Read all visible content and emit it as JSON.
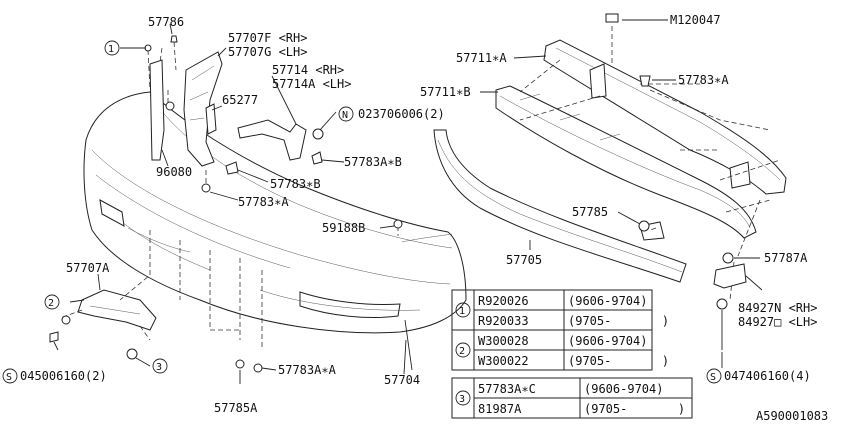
{
  "diagram": {
    "reference_code": "A590001083",
    "callouts": {
      "p57786": "57786",
      "p57707f": "57707F <RH>",
      "p57707g": "57707G <LH>",
      "p57714": "57714  <RH>",
      "p57714a": "57714A <LH>",
      "p65277": "65277",
      "p023706006": "023706006(2)",
      "p57783ab": "57783A∗B",
      "p96080": "96080",
      "p57783b": "57783∗B",
      "p57783a_left": "57783∗A",
      "p59188b": "59188B",
      "p57707a": "57707A",
      "p045006160": "045006160(2)",
      "p57785a": "57785A",
      "p57783aa": "57783A∗A",
      "p57704": "57704",
      "pm120047": "M120047",
      "p57711a": "57711∗A",
      "p57711b": "57711∗B",
      "p57783a_right": "57783∗A",
      "p57785": "57785",
      "p57705": "57705",
      "p57787a": "57787A",
      "p84927n": "84927N <RH>",
      "p84927o": "84927□ <LH>",
      "p047406160": "047406160(4)"
    },
    "markers": {
      "m1": "1",
      "m2": "2",
      "m3": "3",
      "n": "N",
      "s_left": "S",
      "s_right": "S"
    },
    "table_1_2": {
      "rows": [
        {
          "group": "1",
          "part": "R920026",
          "period": "(9606-9704)"
        },
        {
          "group": "1",
          "part": "R920033",
          "period": "(9705-       )"
        },
        {
          "group": "2",
          "part": "W300028",
          "period": "(9606-9704)"
        },
        {
          "group": "2",
          "part": "W300022",
          "period": "(9705-       )"
        }
      ]
    },
    "table_3": {
      "rows": [
        {
          "group": "3",
          "part": "57783A∗C",
          "period": "(9606-9704)"
        },
        {
          "group": "3",
          "part": "81987A",
          "period": "(9705-       )"
        }
      ]
    }
  }
}
